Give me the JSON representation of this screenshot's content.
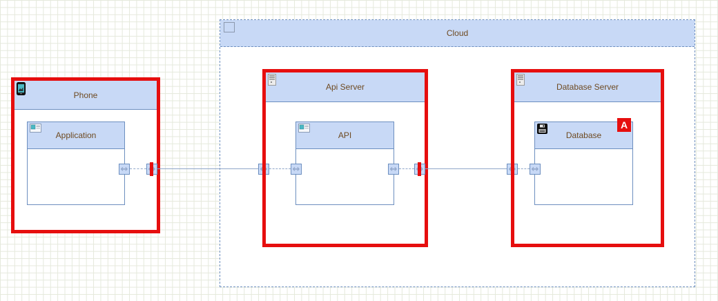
{
  "diagram": {
    "cloud": {
      "label": "Cloud"
    },
    "nodes": [
      {
        "id": "phone",
        "label": "Phone",
        "icon": "phone-icon",
        "child": {
          "label": "Application",
          "icon": "application-window-icon"
        }
      },
      {
        "id": "api_server",
        "label": "Api Server",
        "icon": "server-icon",
        "child": {
          "label": "API",
          "icon": "application-window-icon"
        }
      },
      {
        "id": "database_server",
        "label": "Database Server",
        "icon": "server-icon",
        "child": {
          "label": "Database",
          "icon": "floppy-disk-icon",
          "badge": "A"
        }
      }
    ],
    "ports": {
      "type": "bidirectional-connector",
      "count": 8
    }
  },
  "colors": {
    "header_fill": "#c8d9f6",
    "node_border": "#6c8ebf",
    "highlight_border": "#e60e0e",
    "label_text": "#6e4a21",
    "badge_fill": "#e60e0e",
    "badge_text": "#ffffff",
    "grid_line": "#e5e9dc",
    "connector_line": "#8fa5c8"
  }
}
